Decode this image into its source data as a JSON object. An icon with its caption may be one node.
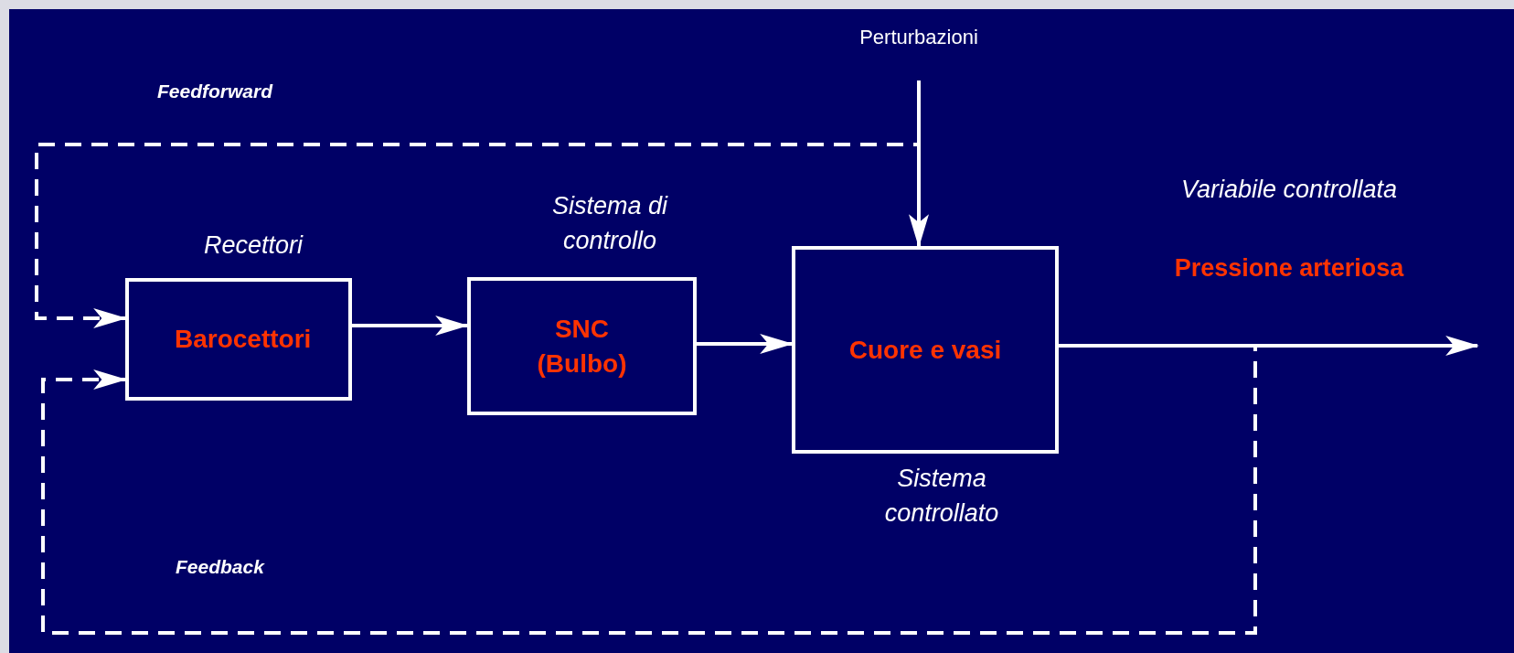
{
  "diagram": {
    "nodes": [
      {
        "text": [
          "Perturbazioni"
        ]
      },
      {
        "text": [
          "Barocettori"
        ],
        "beside": [
          "Recettori"
        ]
      },
      {
        "text": [
          "SNC (Bulbo)"
        ],
        "beside": [
          "Sistema di controllo"
        ]
      },
      {
        "text": [
          "Cuore e vasi"
        ],
        "beside": [
          "Sistema controllato"
        ]
      }
    ],
    "edges": [
      {
        "from": 0,
        "to": 3,
        "arrow": "to"
      },
      {
        "from": 0,
        "to": 1,
        "arrow": "to",
        "label": "Feedforward",
        "style": "dashed"
      },
      {
        "from": 1,
        "to": 2,
        "arrow": "to"
      },
      {
        "from": 2,
        "to": 3,
        "arrow": "to"
      },
      {
        "from": 3,
        "to": null,
        "arrow": "to"
      },
      {
        "from": 3,
        "to": 1,
        "arrow": "to",
        "label": "Feedback",
        "style": "dashed"
      }
    ],
    "labels": [
      "Variabile controllata",
      "Pressione arteriosa"
    ]
  }
}
